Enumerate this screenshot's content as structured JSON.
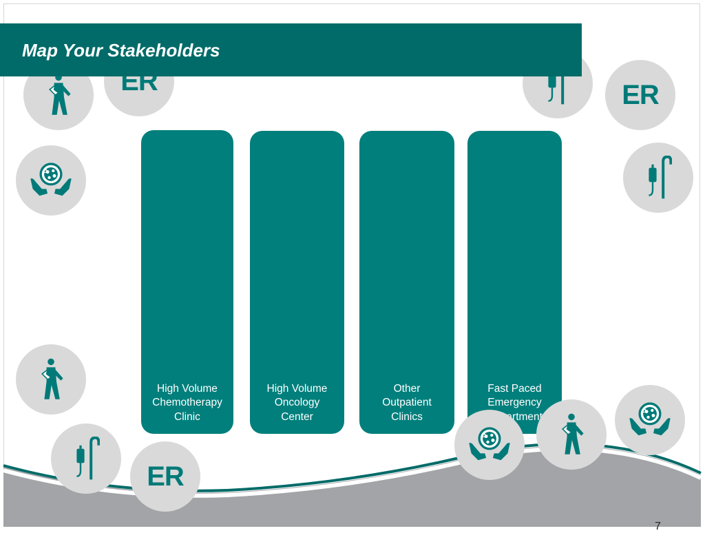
{
  "slide": {
    "title": "Map Your Stakeholders",
    "page_number": "7"
  },
  "colors": {
    "teal_dark": "#006b68",
    "teal": "#007f7c",
    "circle_gray": "#d9d9d9",
    "wave_gray": "#a2a4a7"
  },
  "columns": [
    {
      "label": "High Volume\nChemotherapy\nClinic"
    },
    {
      "label": "High Volume\nOncology\nCenter"
    },
    {
      "label": "Other\nOutpatient\nClinics"
    },
    {
      "label": "Fast Paced\nEmergency\nDepartment"
    }
  ],
  "stakeholder_icons": [
    {
      "icon": "injured-patient-icon"
    },
    {
      "icon": "er-icon",
      "text": "ER"
    },
    {
      "icon": "iv-drip-icon"
    },
    {
      "icon": "er-icon",
      "text": "ER"
    },
    {
      "icon": "cancer-care-hands-icon"
    },
    {
      "icon": "iv-drip-icon"
    },
    {
      "icon": "injured-patient-icon"
    },
    {
      "icon": "iv-drip-icon"
    },
    {
      "icon": "er-icon",
      "text": "ER"
    },
    {
      "icon": "cancer-care-hands-icon"
    },
    {
      "icon": "injured-patient-icon"
    },
    {
      "icon": "cancer-care-hands-icon"
    }
  ]
}
